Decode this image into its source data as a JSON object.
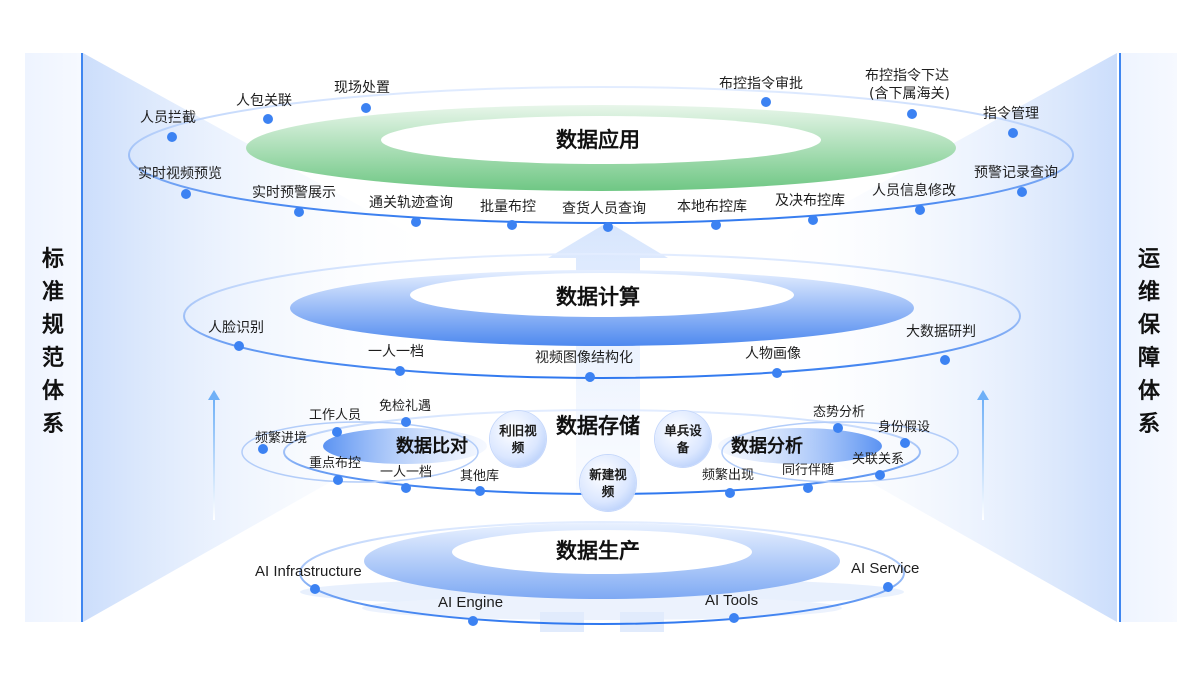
{
  "side_panels": {
    "left": "标准规范体系",
    "right": "运维保障体系"
  },
  "colors": {
    "ring_line": "#3f86f0",
    "dot": "#3c82f2",
    "app_disc": "#7ccf8e",
    "compute_disc": "#5a92f2",
    "panel_border": "#3f86f0",
    "arrow": "#8dbcf8"
  },
  "layers": {
    "application": {
      "title": "数据应用",
      "items": [
        {
          "label": "人员拦截"
        },
        {
          "label": "人包关联"
        },
        {
          "label": "现场处置"
        },
        {
          "label": "布控指令审批"
        },
        {
          "label": "布控指令下达",
          "label2": "(含下属海关)"
        },
        {
          "label": "指令管理"
        },
        {
          "label": "实时视频预览"
        },
        {
          "label": "实时预警展示"
        },
        {
          "label": "通关轨迹查询"
        },
        {
          "label": "批量布控"
        },
        {
          "label": "查货人员查询"
        },
        {
          "label": "本地布控库"
        },
        {
          "label": "及决布控库"
        },
        {
          "label": "人员信息修改"
        },
        {
          "label": "预警记录查询"
        }
      ]
    },
    "computing": {
      "title": "数据计算",
      "items": [
        {
          "label": "人脸识别"
        },
        {
          "label": "一人一档"
        },
        {
          "label": "视频图像结构化"
        },
        {
          "label": "人物画像"
        },
        {
          "label": "大数据研判"
        }
      ]
    },
    "storage": {
      "title": "数据存储",
      "bubbles": [
        "利旧视频",
        "新建视频",
        "单兵设备"
      ],
      "comparison": {
        "title": "数据比对",
        "items": [
          {
            "label": "频繁进境"
          },
          {
            "label": "工作人员"
          },
          {
            "label": "免检礼遇"
          },
          {
            "label": "重点布控"
          },
          {
            "label": "一人一档"
          },
          {
            "label": "其他库"
          }
        ]
      },
      "analysis": {
        "title": "数据分析",
        "items": [
          {
            "label": "态势分析"
          },
          {
            "label": "身份假设"
          },
          {
            "label": "关联关系"
          },
          {
            "label": "同行伴随"
          },
          {
            "label": "频繁出现"
          }
        ]
      }
    },
    "production": {
      "title": "数据生产",
      "items": [
        {
          "label": "AI Infrastructure"
        },
        {
          "label": "AI Engine"
        },
        {
          "label": "AI Tools"
        },
        {
          "label": "AI Service"
        }
      ]
    }
  }
}
